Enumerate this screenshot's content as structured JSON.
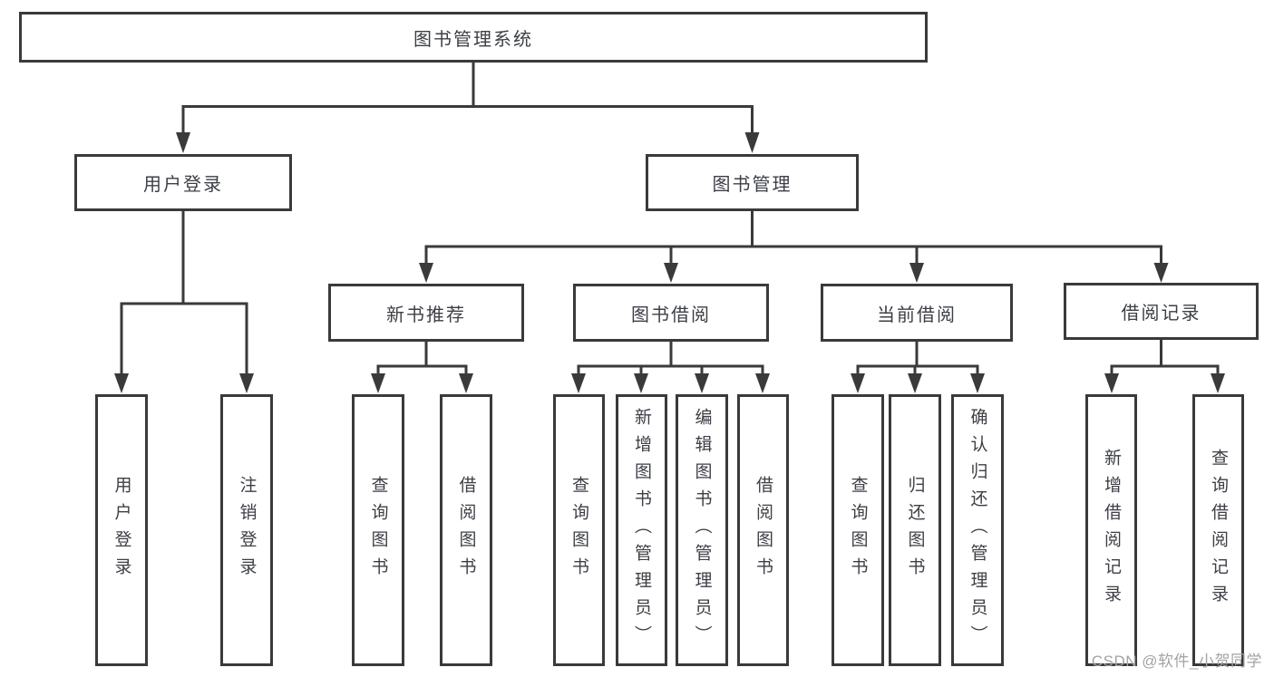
{
  "diagram_type": "hierarchy-tree",
  "colors": {
    "line": "#3a3a3a",
    "box_border": "#3a3a3a",
    "text": "#3d3f46",
    "watermark_text": "#a3a3a3",
    "background": "#ffffff"
  },
  "tree": {
    "root": {
      "label": "图书管理系统"
    },
    "level2": [
      {
        "label": "用户登录",
        "parent": "图书管理系统"
      },
      {
        "label": "图书管理",
        "parent": "图书管理系统"
      }
    ],
    "level3": [
      {
        "label": "新书推荐",
        "parent": "图书管理"
      },
      {
        "label": "图书借阅",
        "parent": "图书管理"
      },
      {
        "label": "当前借阅",
        "parent": "图书管理"
      },
      {
        "label": "借阅记录",
        "parent": "图书管理"
      }
    ],
    "leaves": [
      {
        "label": "用户登录",
        "parent": "用户登录"
      },
      {
        "label": "注销登录",
        "parent": "用户登录"
      },
      {
        "label": "查询图书",
        "parent": "新书推荐"
      },
      {
        "label": "借阅图书",
        "parent": "新书推荐"
      },
      {
        "label": "查询图书",
        "parent": "图书借阅"
      },
      {
        "label": "新增图书（管理员）",
        "parent": "图书借阅"
      },
      {
        "label": "编辑图书（管理员）",
        "parent": "图书借阅"
      },
      {
        "label": "借阅图书",
        "parent": "图书借阅"
      },
      {
        "label": "查询图书",
        "parent": "当前借阅"
      },
      {
        "label": "归还图书",
        "parent": "当前借阅"
      },
      {
        "label": "确认归还（管理员）",
        "parent": "当前借阅"
      },
      {
        "label": "新增借阅记录",
        "parent": "借阅记录"
      },
      {
        "label": "查询借阅记录",
        "parent": "借阅记录"
      }
    ]
  },
  "watermark": "CSDN @软件_小贺同学"
}
